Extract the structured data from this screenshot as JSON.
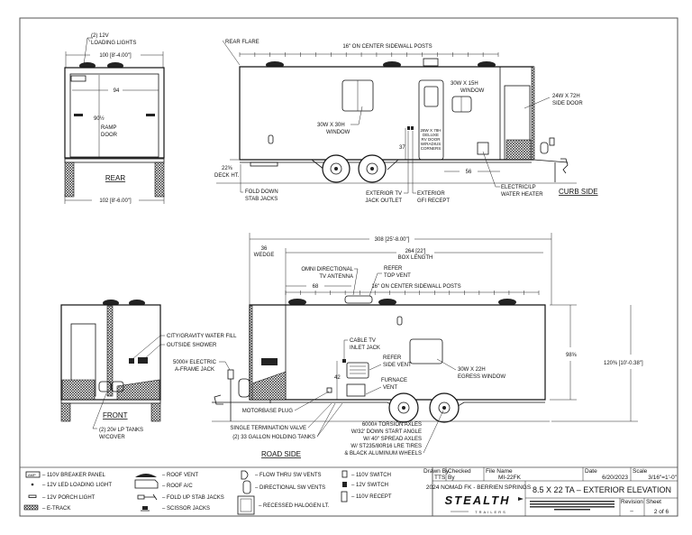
{
  "rear": {
    "title": "REAR",
    "loading_lights": [
      "(2) 12V",
      "LOADING LIGHTS"
    ],
    "width_top": "100 [8'-4.00\"]",
    "width_bottom": "102 [8'-6.00\"]",
    "door_width": "94",
    "door_height": "90½",
    "ramp_door": [
      "RAMP",
      "DOOR"
    ]
  },
  "curb": {
    "title": "CURB SIDE",
    "rear_flare": "REAR FLARE",
    "posts": "16\" ON CENTER SIDEWALL POSTS",
    "window_large": [
      "30W X 30H",
      "WINDOW"
    ],
    "window_small": [
      "30W X 15H",
      "WINDOW"
    ],
    "side_door": [
      "24W X 72H",
      "SIDE DOOR"
    ],
    "rv_door": [
      "28W X 78H",
      "DELUXE",
      "RV DOOR",
      "W/RADIUS",
      "CORNERS"
    ],
    "dim_37": "37",
    "dim_56": "56",
    "deck_height": [
      "22⅝",
      "DECK HT."
    ],
    "stab_jacks": [
      "FOLD DOWN",
      "STAB JACKS"
    ],
    "tv_jack": [
      "EXTERIOR TV",
      "JACK OUTLET"
    ],
    "gfi": [
      "EXTERIOR",
      "GFI RECEPT"
    ],
    "water_heater": [
      "ELECTRIC/LP",
      "WATER HEATER"
    ]
  },
  "road": {
    "title": "ROAD SIDE",
    "overall_length": "308 [25'-8.00\"]",
    "wedge": [
      "36",
      "WEDGE"
    ],
    "box_length": [
      "264 [22']",
      "BOX LENGTH"
    ],
    "antenna": [
      "OMNI DIRECTIONAL",
      "TV ANTENNA"
    ],
    "refer_top": [
      "REFER",
      "TOP VENT"
    ],
    "dim_68": "68",
    "posts": "16\" ON CENTER SIDEWALL POSTS",
    "cable_tv": [
      "CABLE TV",
      "INLET JACK"
    ],
    "refer_side": [
      "REFER",
      "SIDE VENT"
    ],
    "dim_42": "42",
    "furnace": [
      "FURNACE",
      "VENT"
    ],
    "egress": [
      "30W X 22H",
      "EGRESS WINDOW"
    ],
    "wall_height": "98⅝",
    "overall_height": "120⅜ [10'-0.38\"]",
    "motorbase": "MOTORBASE PLUG",
    "valve": "SINGLE TERMINATION VALVE",
    "tanks": "(2) 33 GALLON HOLDING TANKS",
    "axles": [
      "6000# TORSION AXLES",
      "W/32' DOWN START ANGLE",
      "W/ 40\" SPREAD AXLES",
      "W/ ST235/80R16 LRE TIRES",
      "& BLACK ALUMINUM WHEELS"
    ]
  },
  "front": {
    "title": "FRONT",
    "water_fill": "CITY/GRAVITY WATER FILL",
    "shower": "OUTSIDE SHOWER",
    "jack": [
      "5000# ELECTRIC",
      "A-FRAME JACK"
    ],
    "lp_tanks": [
      "(2) 20# LP TANKS",
      "W/COVER"
    ]
  },
  "legend": {
    "breaker_tag": "AMP",
    "items": [
      "– 110V BREAKER PANEL",
      "– 12V LED LOADING LIGHT",
      "– 12V  PORCH LIGHT",
      "– E-TRACK",
      "– ROOF VENT",
      "– ROOF A/C",
      "– FOLD UP STAB JACKS",
      "– SCISSOR JACKS",
      "– FLOW THRU SW VENTS",
      "– DIRECTIONAL SW VENTS",
      "– RECESSED HALOGEN LT.",
      "– 110V SWITCH",
      "– 12V SWITCH",
      "– 110V RECEPT"
    ]
  },
  "title_block": {
    "drawn_by_label": "Drawn By",
    "drawn_by": "TTS",
    "checked_label": "Checked",
    "checked_by": "By",
    "file_label": "File Name",
    "file_name": "MI-22FK",
    "date_label": "Date",
    "date": "6/20/2023",
    "scale_label": "Scale",
    "scale": "3/16\"=1'-0\"",
    "project": "2024 NOMAD FK - BERRIEN SPRINGS",
    "drawing_title": "8.5 X 22 TA  –  EXTERIOR ELEVATION",
    "logo": "STEALTH",
    "logo_sub": "TRAILERS",
    "revision_label": "Revision",
    "revision": "–",
    "sheet_label": "Sheet",
    "sheet": "2 of 6"
  }
}
